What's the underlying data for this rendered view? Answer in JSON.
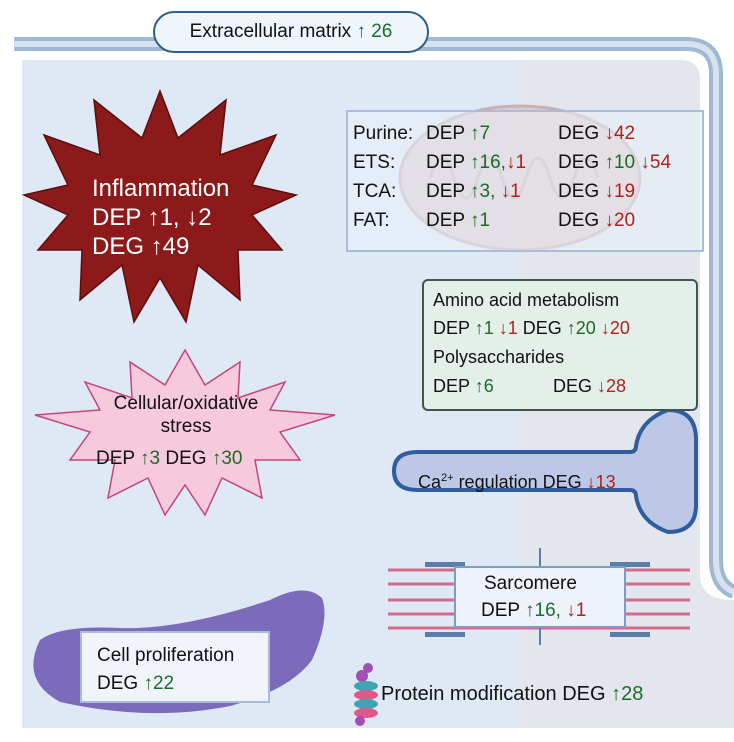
{
  "ecm": {
    "label": "Extracellular matrix",
    "arrow": "↑",
    "count": "26"
  },
  "metabolism": {
    "rows": [
      {
        "name": "Purine:",
        "dep_label": "DEP",
        "dep_up": "↑7",
        "dep_down": "",
        "deg_label": "DEG",
        "deg_up": "",
        "deg_down": "↓42"
      },
      {
        "name": "ETS:",
        "dep_label": "DEP",
        "dep_up": "↑16,",
        "dep_down": "↓1",
        "deg_label": "DEG",
        "deg_up": "↑10",
        "deg_down": "↓54"
      },
      {
        "name": "TCA:",
        "dep_label": "DEP",
        "dep_up": "↑3,",
        "dep_down": "↓1",
        "deg_label": "DEG",
        "deg_up": "",
        "deg_down": "↓19"
      },
      {
        "name": "FAT:",
        "dep_label": "DEP",
        "dep_up": "↑1",
        "dep_down": "",
        "deg_label": "DEG",
        "deg_up": "",
        "deg_down": "↓20"
      }
    ]
  },
  "inflammation": {
    "title": "Inflammation",
    "line2": "DEP ↑1, ↓2",
    "line3": "DEG ↑49"
  },
  "stress": {
    "line1": "Cellular/oxidative",
    "line2": "stress",
    "dep_label": "DEP",
    "dep_up": "↑3",
    "deg_label": "DEG",
    "deg_up": "↑30"
  },
  "amino": {
    "title": "Amino acid  metabolism",
    "dep_label": "DEP",
    "dep_up": "↑1",
    "dep_down": "↓1",
    "deg_label": "DEG",
    "deg_up": "↑20",
    "deg_down": "↓20",
    "poly_title": "Polysaccharides",
    "poly_dep_label": "DEP",
    "poly_dep_up": "↑6",
    "poly_deg_label": "DEG",
    "poly_deg_down": "↓28"
  },
  "calcium": {
    "prefix": "Ca",
    "sup": "2+",
    "label": " regulation DEG",
    "down": "↓13"
  },
  "sarcomere": {
    "title": "Sarcomere",
    "dep_label": "DEP",
    "dep_up": "↑16,",
    "dep_down": "↓1"
  },
  "proliferation": {
    "title": "Cell proliferation",
    "deg_label": "DEG",
    "deg_up": "↑22"
  },
  "protein_mod": {
    "label": "Protein modification DEG",
    "up": "↑28"
  },
  "colors": {
    "up": "#1b6b2a",
    "down": "#b0201c",
    "inflammation": "#8c1a1a",
    "stress": "#f7c9dc",
    "membrane": "#b6cae0"
  }
}
